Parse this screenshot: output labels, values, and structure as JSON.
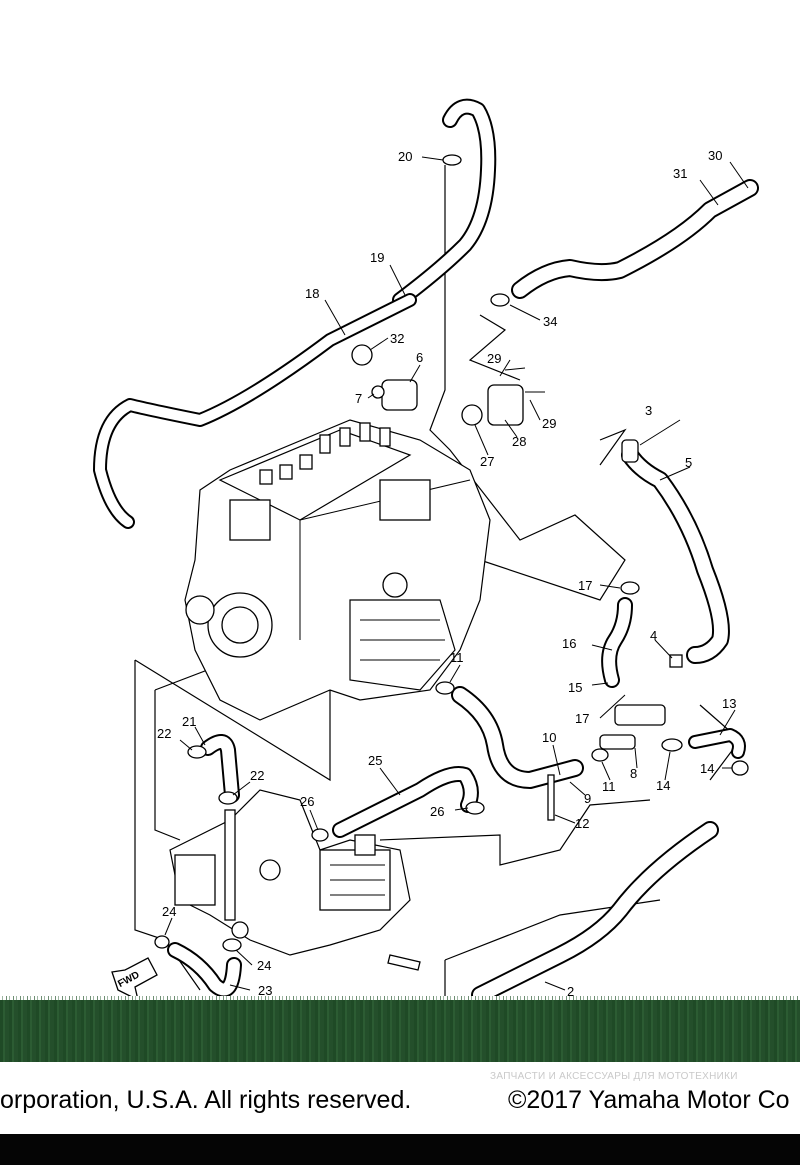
{
  "callouts": [
    {
      "label": "2"
    },
    {
      "label": "3"
    },
    {
      "label": "4"
    },
    {
      "label": "5"
    },
    {
      "label": "6"
    },
    {
      "label": "7"
    },
    {
      "label": "8"
    },
    {
      "label": "9"
    },
    {
      "label": "10"
    },
    {
      "label": "11"
    },
    {
      "label": "11"
    },
    {
      "label": "12"
    },
    {
      "label": "13"
    },
    {
      "label": "14"
    },
    {
      "label": "14"
    },
    {
      "label": "15"
    },
    {
      "label": "16"
    },
    {
      "label": "17"
    },
    {
      "label": "17"
    },
    {
      "label": "18"
    },
    {
      "label": "19"
    },
    {
      "label": "20"
    },
    {
      "label": "21"
    },
    {
      "label": "22"
    },
    {
      "label": "22"
    },
    {
      "label": "23"
    },
    {
      "label": "24"
    },
    {
      "label": "24"
    },
    {
      "label": "25"
    },
    {
      "label": "26"
    },
    {
      "label": "26"
    },
    {
      "label": "27"
    },
    {
      "label": "28"
    },
    {
      "label": "29"
    },
    {
      "label": "29"
    },
    {
      "label": "30"
    },
    {
      "label": "31"
    },
    {
      "label": "32"
    },
    {
      "label": "34"
    }
  ],
  "fwd_label": "FWD",
  "footer": {
    "copyright_left": "orporation, U.S.A. All rights reserved.",
    "copyright_right": "©2017 Yamaha Motor Co",
    "watermark": "ЗАПЧАСТИ И АКСЕССУАРЫ ДЛЯ МОТОТЕХНИКИ"
  },
  "colors": {
    "ink": "#000000",
    "band_green": "#1f4a26",
    "bottom_bar": "#050505",
    "watermark": "#c9c9c9"
  }
}
